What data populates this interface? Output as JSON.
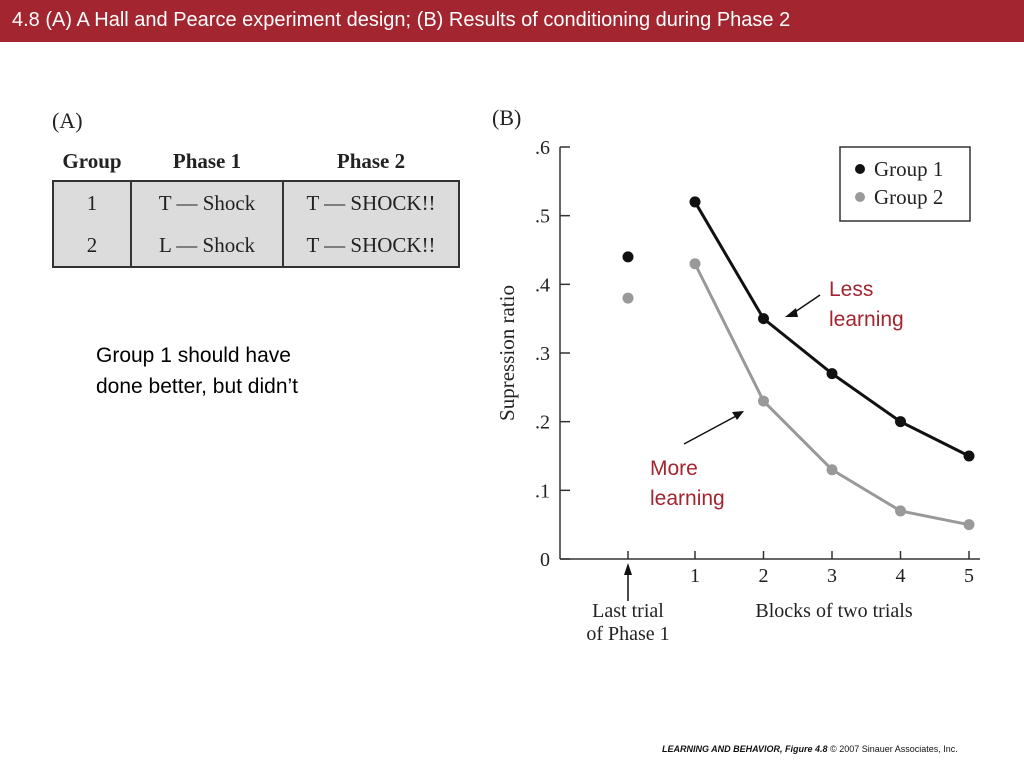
{
  "slide": {
    "title": "4.8  (A) A Hall and Pearce experiment design; (B) Results of conditioning during Phase 2",
    "note_lines": [
      "Group 1 should have",
      "done better, but didn’t"
    ],
    "footer_book": "LEARNING AND BEHAVIOR,",
    "footer_fig": "Figure 4.8",
    "footer_copy": "© 2007 Sinauer Associates, Inc.",
    "colors": {
      "title_bar": "#a3252f",
      "annotation": "#a3252f",
      "table_fill": "#dcdcdd"
    }
  },
  "panel_a": {
    "label": "(A)",
    "headers": [
      "Group",
      "Phase 1",
      "Phase 2"
    ],
    "rows": [
      [
        "1",
        "T — Shock",
        "T — SHOCK!!"
      ],
      [
        "2",
        "L — Shock",
        "T — SHOCK!!"
      ]
    ]
  },
  "chart_data": {
    "type": "line",
    "panel_label": "(B)",
    "ylabel": "Supression ratio",
    "xlabel": "Blocks of two trials",
    "ylim": [
      0,
      0.6
    ],
    "yticks": [
      "0",
      ".1",
      ".2",
      ".3",
      ".4",
      ".5",
      ".6"
    ],
    "x": [
      1,
      2,
      3,
      4,
      5
    ],
    "series": [
      {
        "name": "Group 1",
        "color": "#111111",
        "last_trial_phase1": 0.44,
        "values": [
          0.52,
          0.35,
          0.27,
          0.2,
          0.15
        ]
      },
      {
        "name": "Group 2",
        "color": "#999999",
        "last_trial_phase1": 0.38,
        "values": [
          0.43,
          0.23,
          0.13,
          0.07,
          0.05
        ]
      }
    ],
    "last_trial_label": [
      "Last trial",
      "of Phase 1"
    ],
    "annotations": [
      {
        "text": [
          "Less",
          "learning"
        ],
        "color": "#a3252f"
      },
      {
        "text": [
          "More",
          "learning"
        ],
        "color": "#a3252f"
      }
    ],
    "legend_position": "top-right",
    "grid": false
  }
}
